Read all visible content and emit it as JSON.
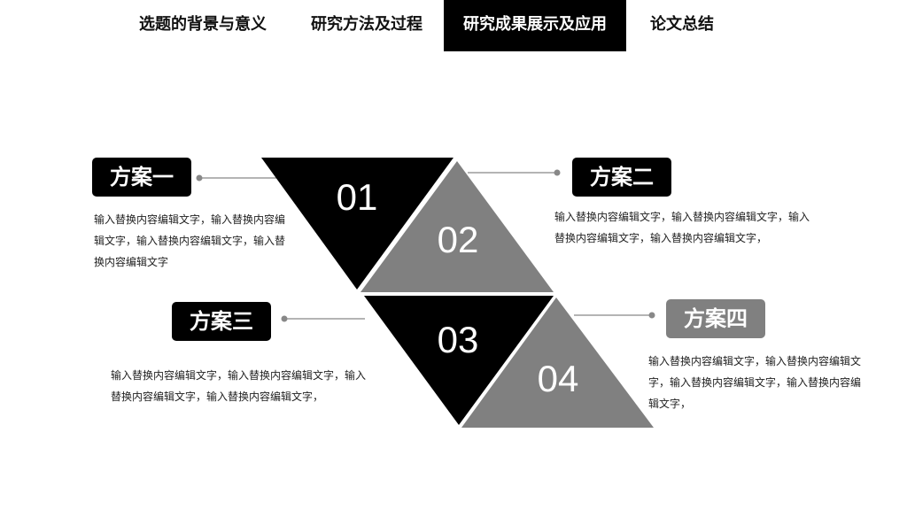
{
  "nav": {
    "tabs": [
      {
        "label": "选题的背景与意义"
      },
      {
        "label": "研究方法及过程"
      },
      {
        "label": "研究成果展示及应用"
      },
      {
        "label": "论文总结"
      }
    ],
    "active_index": 2
  },
  "diagram": {
    "items": [
      {
        "number": "01",
        "title": "方案一",
        "text": "输入替换内容编辑文字，输入替换内容编辑文字，输入替换内容编辑文字，输入替换内容编辑文字"
      },
      {
        "number": "02",
        "title": "方案二",
        "text": "输入替换内容编辑文字，输入替换内容编辑文字，输入替换内容编辑文字，输入替换内容编辑文字，"
      },
      {
        "number": "03",
        "title": "方案三",
        "text": "输入替换内容编辑文字，输入替换内容编辑文字，输入替换内容编辑文字，输入替换内容编辑文字，"
      },
      {
        "number": "04",
        "title": "方案四",
        "text": "输入替换内容编辑文字，输入替换内容编辑文字，输入替换内容编辑文字，输入替换内容编辑文字，"
      }
    ]
  },
  "colors": {
    "dark": "#000000",
    "gray": "#808080",
    "connector": "#888888"
  }
}
